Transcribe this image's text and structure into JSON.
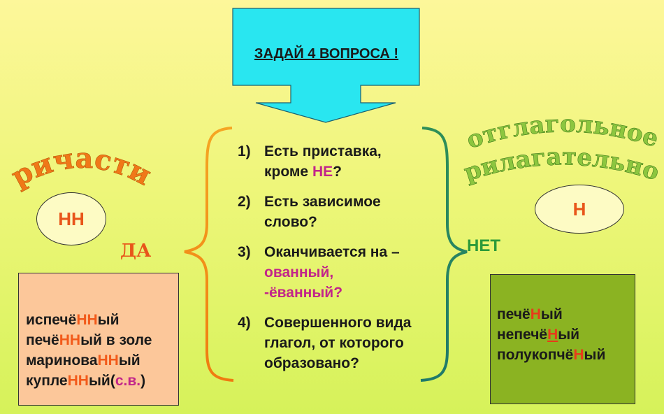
{
  "arrow": {
    "text": "ЗАДАЙ 4 ВОПРОСА !"
  },
  "left": {
    "title": "причастие",
    "suffix": "НН",
    "answer": "ДА",
    "examples": [
      {
        "pre": "испечё",
        "hl": "НН",
        "post": "ый"
      },
      {
        "pre": "печё",
        "hl": "НН",
        "post": "ый в золе"
      },
      {
        "pre": "маринова",
        "hl": "НН",
        "post": "ый"
      },
      {
        "pre": "купле",
        "hl": "НН",
        "post": "ый(",
        "note": "с.в.",
        "tail": ")"
      }
    ]
  },
  "right": {
    "title_line1": "отглагольное",
    "title_line2": "прилагательное",
    "suffix": "Н",
    "answer": "НЕТ",
    "examples": [
      {
        "pre": "печё",
        "hl": "Н",
        "post": "ый"
      },
      {
        "pre": "непечё",
        "hl": "Н",
        "post": "ый"
      },
      {
        "pre": "полукопчё",
        "hl": "Н",
        "post": "ый"
      }
    ]
  },
  "questions": [
    {
      "num": "1)",
      "line1": "Есть приставка,",
      "line2_pre": "кроме ",
      "line2_hl": "НЕ",
      "line2_post": "?"
    },
    {
      "num": "2)",
      "line1": "Есть зависимое",
      "line2": "слово?"
    },
    {
      "num": "3)",
      "line1": "Оканчивается на –",
      "line2": "ованный,",
      "line3": "-ёванный?"
    },
    {
      "num": "4)",
      "line1": "Совершенного вида",
      "line2": "глагол, от которого",
      "line3": "образовано?"
    }
  ],
  "colors": {
    "arrow_fill": "#29e6f0",
    "left_title": "#f07818",
    "right_title": "#8cc63f",
    "ellipse_fill": "#fdfbc4",
    "yes": "#e8551a",
    "no": "#2b9a3a",
    "left_box": "#fcc79a",
    "right_box": "#8bb322",
    "highlight": "#e83b1a",
    "pink": "#c2258a"
  }
}
